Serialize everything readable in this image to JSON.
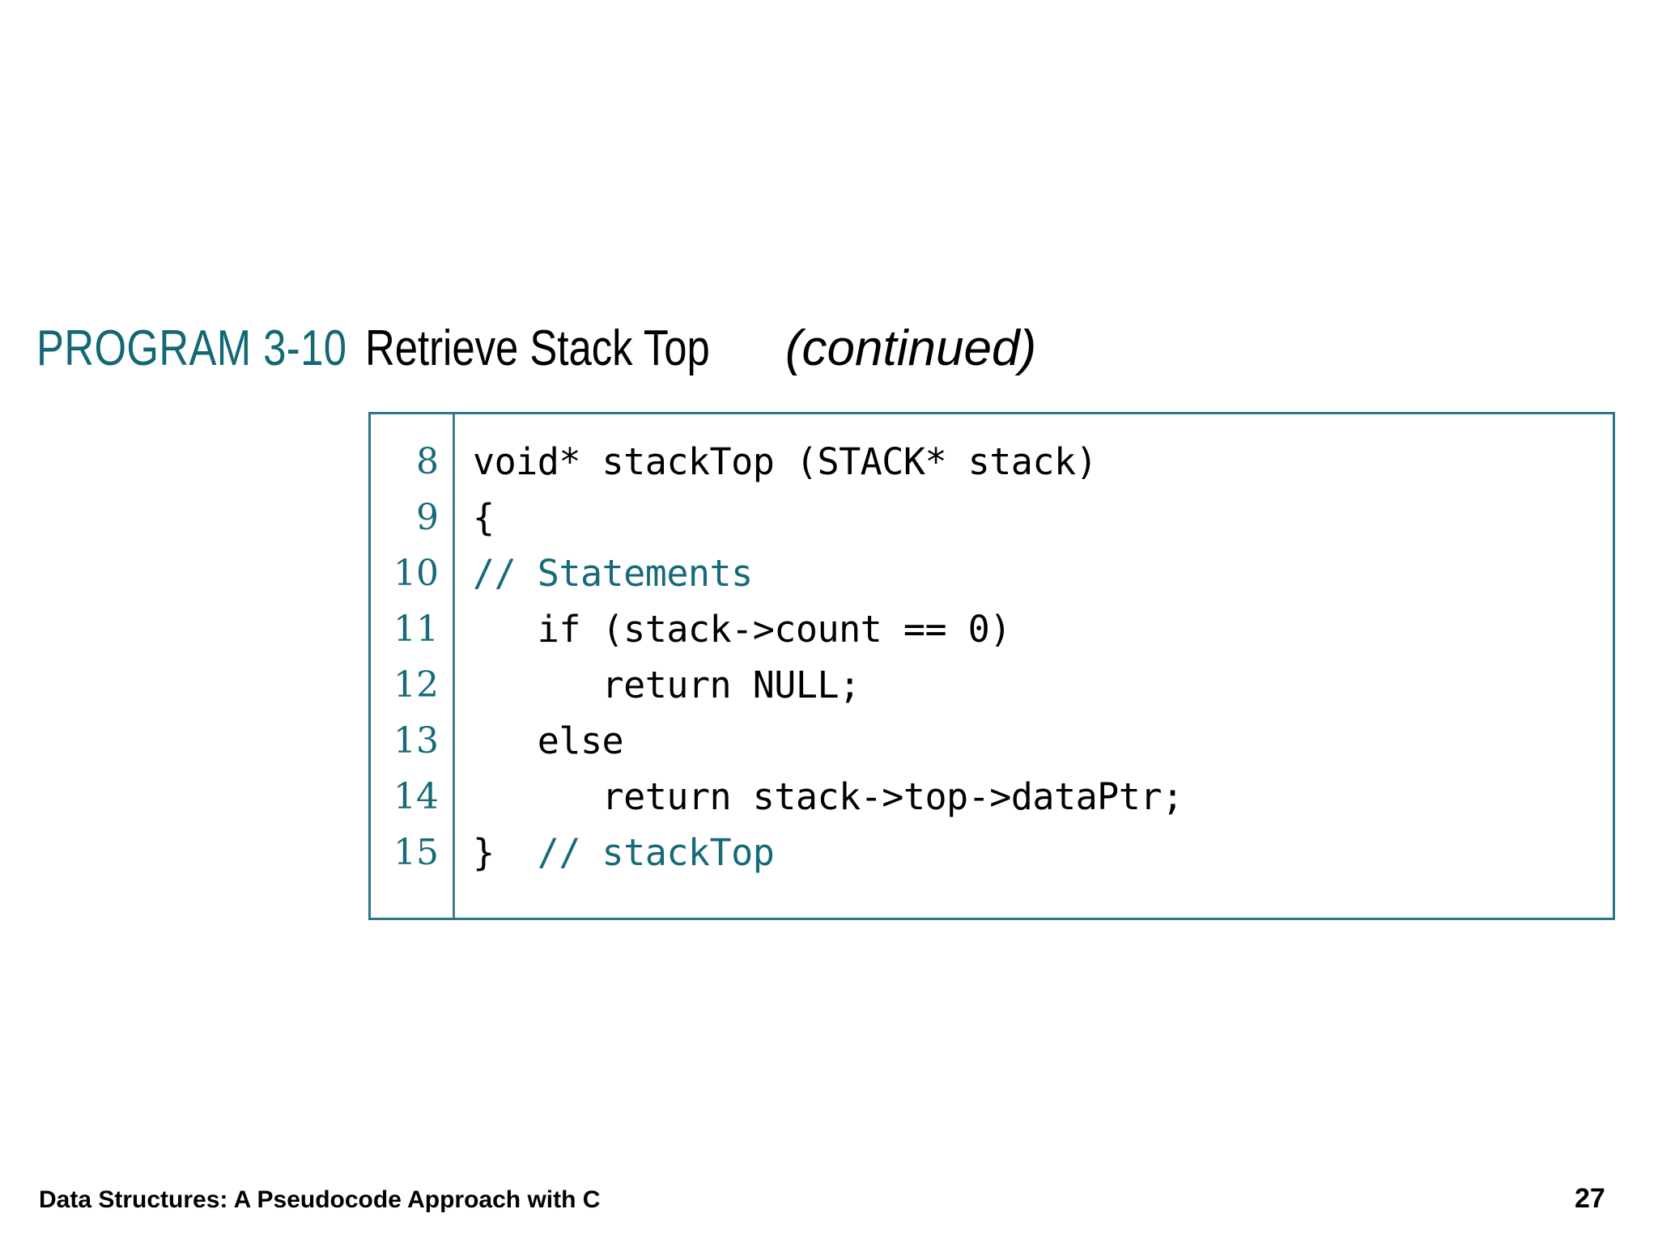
{
  "slide": {
    "background_color": "#ffffff",
    "accent_color": "#176b78",
    "border_color": "#2b7687"
  },
  "title": {
    "program_label": "PROGRAM 3-10",
    "program_name": "Retrieve Stack Top",
    "continued_note": "(continued)"
  },
  "code_listing": {
    "lines": [
      {
        "number": "8",
        "text": "void* stackTop (STACK* stack)",
        "style": "code"
      },
      {
        "number": "9",
        "text": "{",
        "style": "code"
      },
      {
        "number": "10",
        "text": "// Statements",
        "style": "comment"
      },
      {
        "number": "11",
        "text": "   if (stack->count == 0)",
        "style": "code"
      },
      {
        "number": "12",
        "text": "      return NULL;",
        "style": "code"
      },
      {
        "number": "13",
        "text": "   else",
        "style": "code"
      },
      {
        "number": "14",
        "text": "      return stack->top->dataPtr;",
        "style": "code"
      },
      {
        "number": "15",
        "code_part": "}  ",
        "comment_part": "// stackTop",
        "style": "mixed"
      }
    ]
  },
  "footer": {
    "book_title": "Data Structures: A Pseudocode Approach with C",
    "page_number": "27"
  }
}
